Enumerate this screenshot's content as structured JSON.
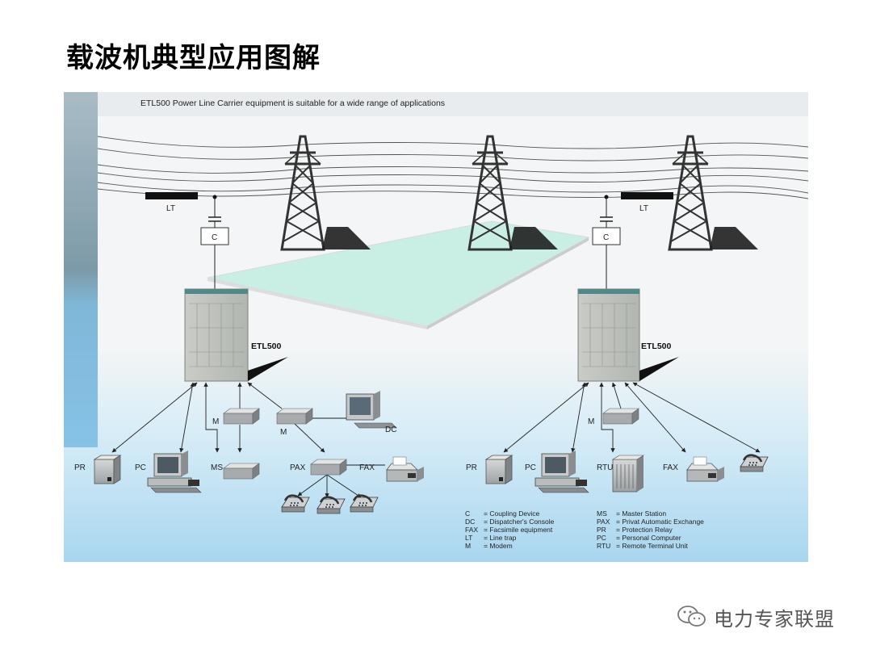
{
  "slide": {
    "title": "载波机典型应用图解"
  },
  "diagram": {
    "caption": "ETL500 Power Line Carrier equipment is suitable for a wide range of applications",
    "left_station": {
      "line_trap": "LT",
      "coupling": "C",
      "equipment": "ETL500",
      "modem_1": "M",
      "modem_2": "M",
      "dc": "DC",
      "pr": "PR",
      "pc": "PC",
      "ms": "MS",
      "pax": "PAX",
      "fax": "FAX"
    },
    "right_station": {
      "line_trap": "LT",
      "coupling": "C",
      "equipment": "ETL500",
      "modem": "M",
      "pr": "PR",
      "pc": "PC",
      "rtu": "RTU",
      "fax": "FAX"
    },
    "legend": [
      {
        "abbr": "C",
        "desc": "= Coupling Device"
      },
      {
        "abbr": "DC",
        "desc": "= Dispatcher's Console"
      },
      {
        "abbr": "FAX",
        "desc": "= Facsimile equipment"
      },
      {
        "abbr": "LT",
        "desc": "= Line trap"
      },
      {
        "abbr": "M",
        "desc": "= Modem"
      },
      {
        "abbr": "MS",
        "desc": "= Master Station"
      },
      {
        "abbr": "PAX",
        "desc": "= Privat Automatic Exchange"
      },
      {
        "abbr": "PR",
        "desc": "= Protection Relay"
      },
      {
        "abbr": "PC",
        "desc": "= Personal Computer"
      },
      {
        "abbr": "RTU",
        "desc": "= Remote Terminal Unit"
      }
    ]
  },
  "watermark": {
    "text": "电力专家联盟"
  },
  "colors": {
    "sky_top": "#f1f4f6",
    "sky_bottom": "#a8d6ef",
    "side_bar": "#7d9fb0",
    "plane": "#c9efe5"
  }
}
